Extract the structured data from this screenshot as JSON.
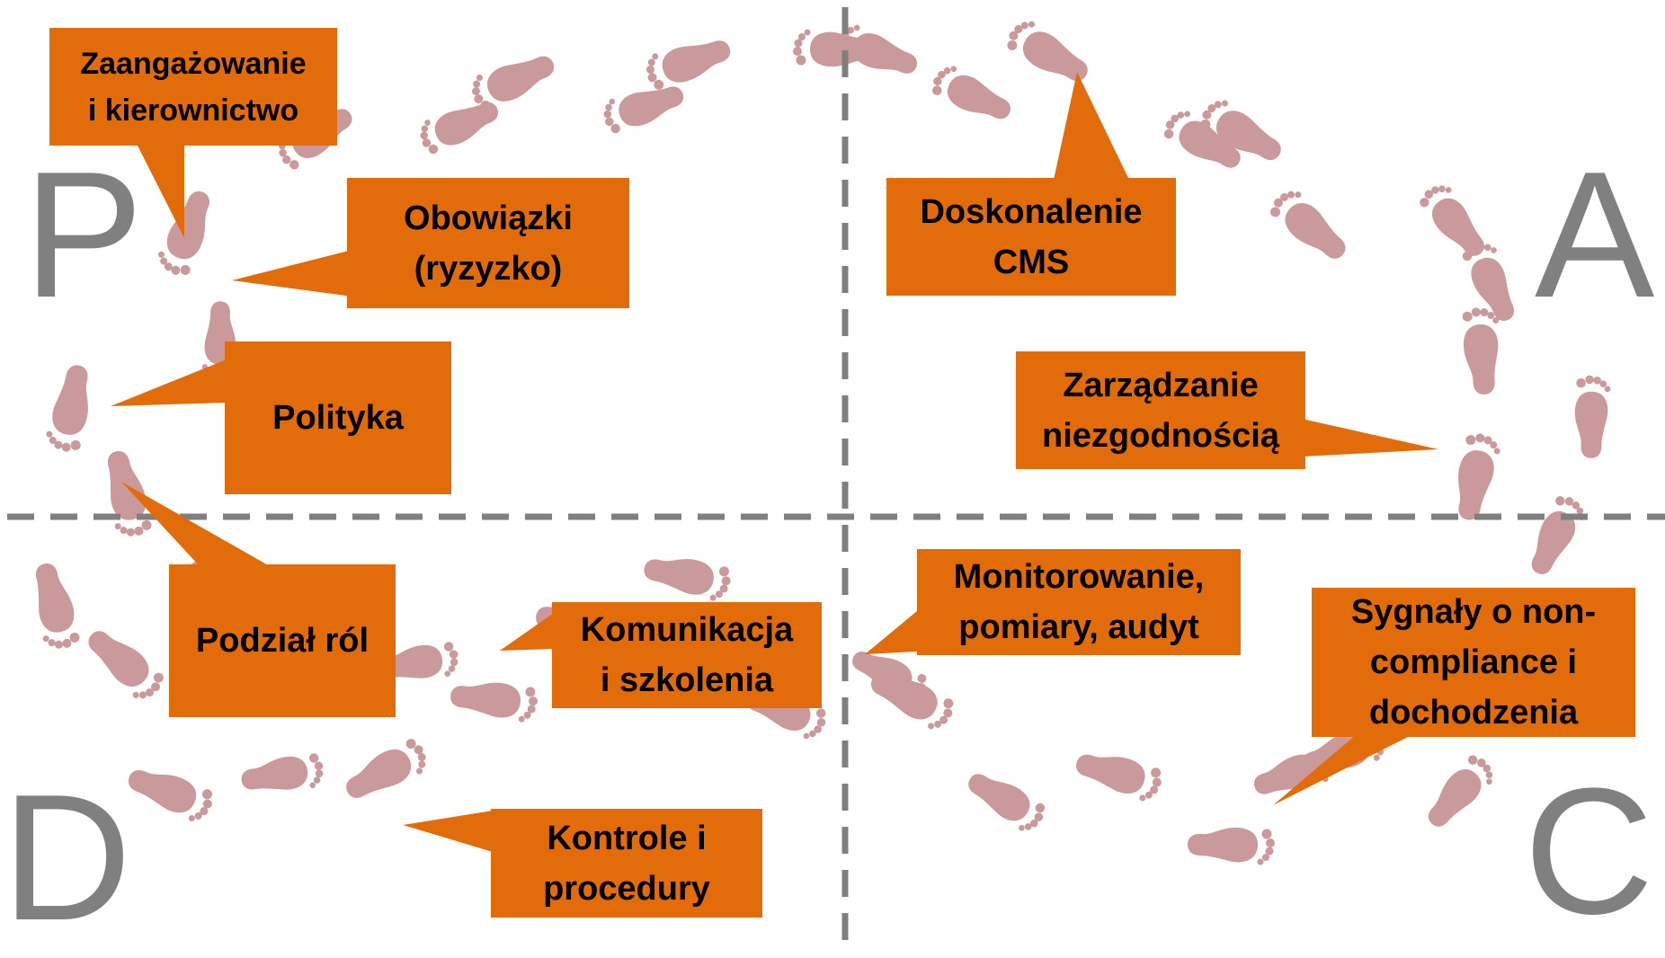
{
  "diagram": {
    "quadrant_letters": {
      "plan": "P",
      "act": "A",
      "do": "D",
      "check": "C"
    },
    "callouts": {
      "zaangazowanie": "Zaangażowanie\ni kierownictwo",
      "obowiazki": "Obowiązki\n(ryzyzko)",
      "polityka": "Polityka",
      "podzial_rol": "Podział ról",
      "komunikacja": "Komunikacja\ni szkolenia",
      "kontrole": "Kontrole i\nprocedury",
      "doskonalenie": "Doskonalenie\nCMS",
      "zarzadzanie": "Zarządzanie\nniezgodnością",
      "monitorowanie": "Monitorowanie,\npomiary, audyt",
      "sygnaly": "Sygnały o non-\ncompliance i\ndochodzenia"
    },
    "colors": {
      "callout_fill": "#E36C0A",
      "footprint": "#C9999B",
      "quadrant_letter": "#808080",
      "divider": "#7F7F7F"
    },
    "icons": [
      "footprint-icon"
    ]
  }
}
